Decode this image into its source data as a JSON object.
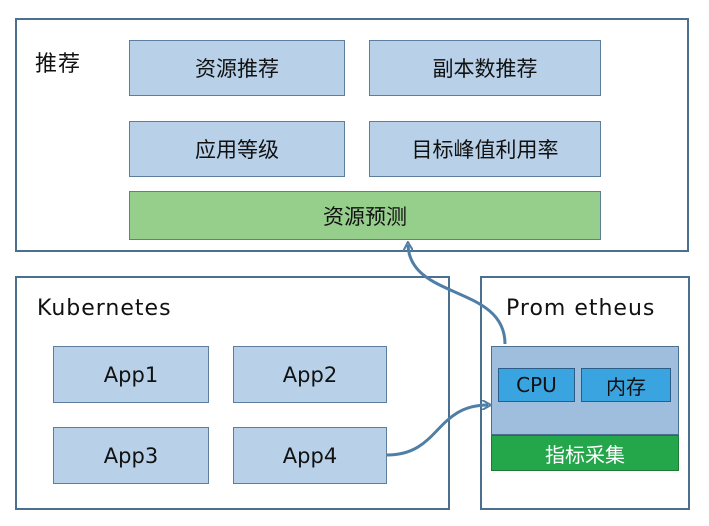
{
  "recommend": {
    "title": "推荐",
    "items": [
      "资源推荐",
      "副本数推荐",
      "应用等级",
      "目标峰值利用率"
    ],
    "prediction": "资源预测"
  },
  "kubernetes": {
    "title": "Kubernetes",
    "apps": [
      "App1",
      "App2",
      "App3",
      "App4"
    ]
  },
  "prometheus": {
    "title": "Prom etheus",
    "metrics": [
      "CPU",
      "内存"
    ],
    "collect": "指标采集"
  },
  "colors": {
    "panel_border": "#4a6f8f",
    "box_fill": "#b8d1e8",
    "prediction_fill": "#96cf8c",
    "chip_fill": "#3aa4e0",
    "collect_fill": "#24a64b",
    "arrow": "#4f7ea6"
  }
}
